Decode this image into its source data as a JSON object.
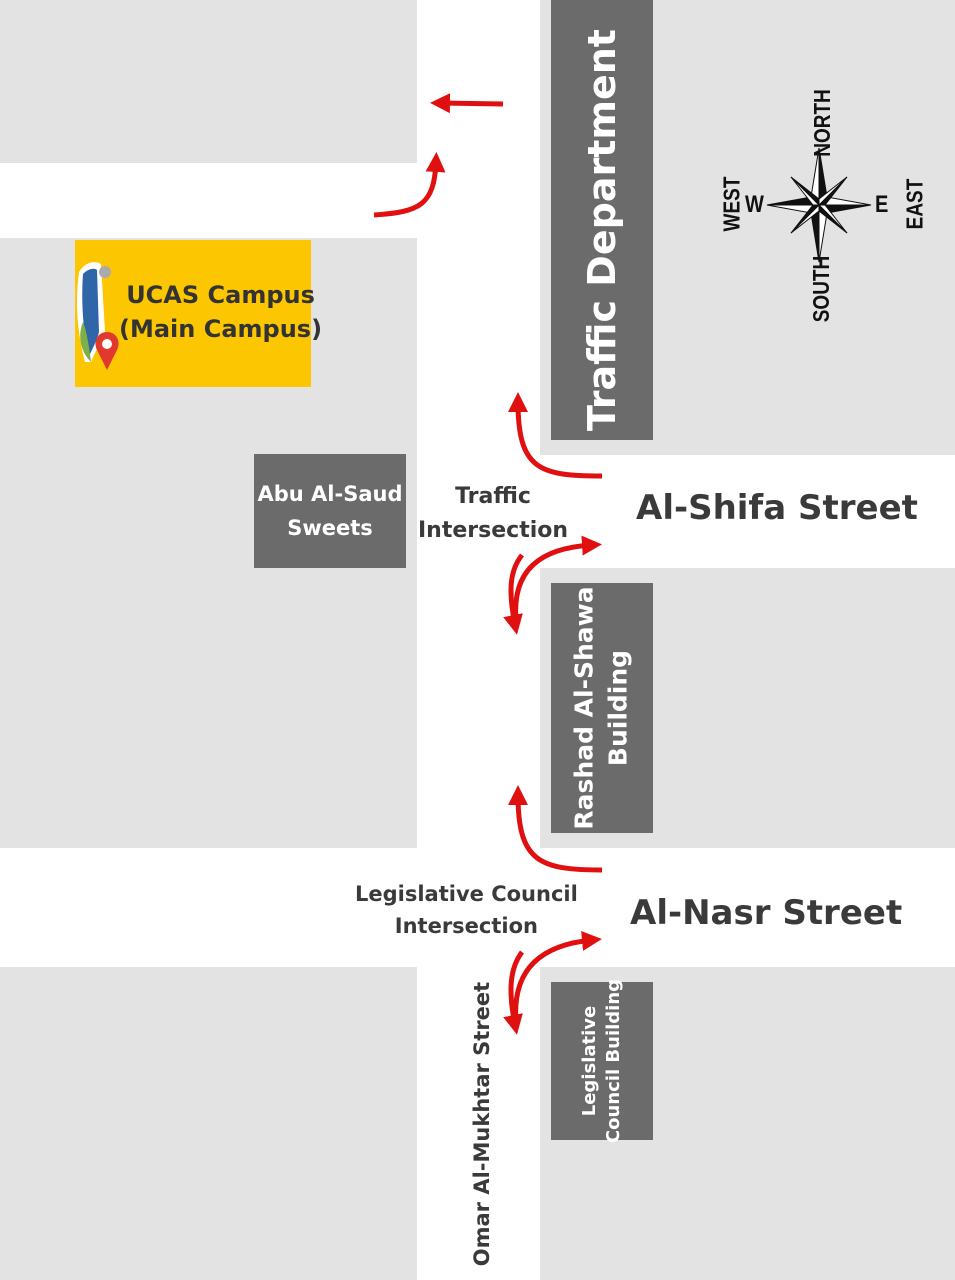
{
  "map": {
    "campus": {
      "line1": "UCAS Campus",
      "line2": "(Main Campus)",
      "icon": "ucas-logo-pin-icon"
    },
    "buildings": {
      "traffic_department": "Traffic Department",
      "abu_al_saud": {
        "line1": "Abu Al-Saud",
        "line2": "Sweets"
      },
      "rashad_al_shawa": {
        "line1": "Rashad Al-Shawa",
        "line2": "Building"
      },
      "legislative_council": {
        "line1": "Legislative",
        "line2": "Council Building"
      }
    },
    "streets": {
      "al_shifa": "Al-Shifa Street",
      "al_nasr": "Al-Nasr Street",
      "omar_al_mukhtar": "Omar Al-Mukhtar Street"
    },
    "intersections": {
      "traffic": {
        "line1": "Traffic",
        "line2": "Intersection"
      },
      "legislative": {
        "line1": "Legislative Council",
        "line2": "Intersection"
      }
    },
    "compass": {
      "north": "NORTH",
      "south": "SOUTH",
      "east": "EAST",
      "west": "WEST",
      "n_letter": "W",
      "e_letter": "E"
    },
    "colors": {
      "campus": "#fcc700",
      "building": "#6b6b6b",
      "arrow": "#e01010",
      "block": "#e3e3e3",
      "road": "#ffffff"
    }
  }
}
